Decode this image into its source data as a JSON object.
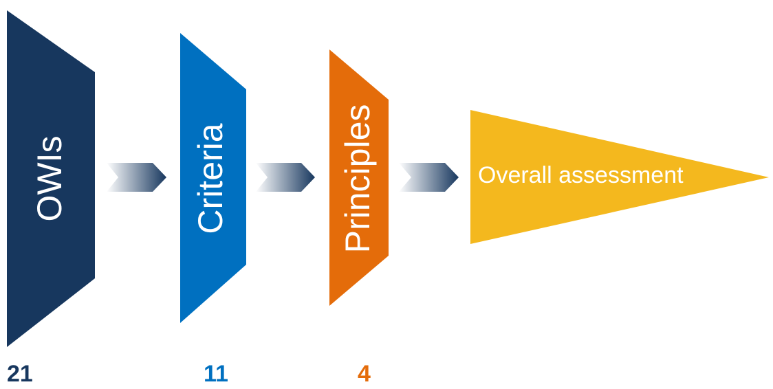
{
  "stages": [
    {
      "label": "OWIs",
      "count": "21",
      "color": "#17375e"
    },
    {
      "label": "Criteria",
      "count": "11",
      "color": "#0070c0"
    },
    {
      "label": "Principles",
      "count": "4",
      "color": "#e46c0a"
    }
  ],
  "final_stage": {
    "label": "Overall assessment",
    "color": "#f4b81e"
  },
  "arrow_gradient": {
    "from": "#ffffff",
    "to": "#17375e"
  }
}
